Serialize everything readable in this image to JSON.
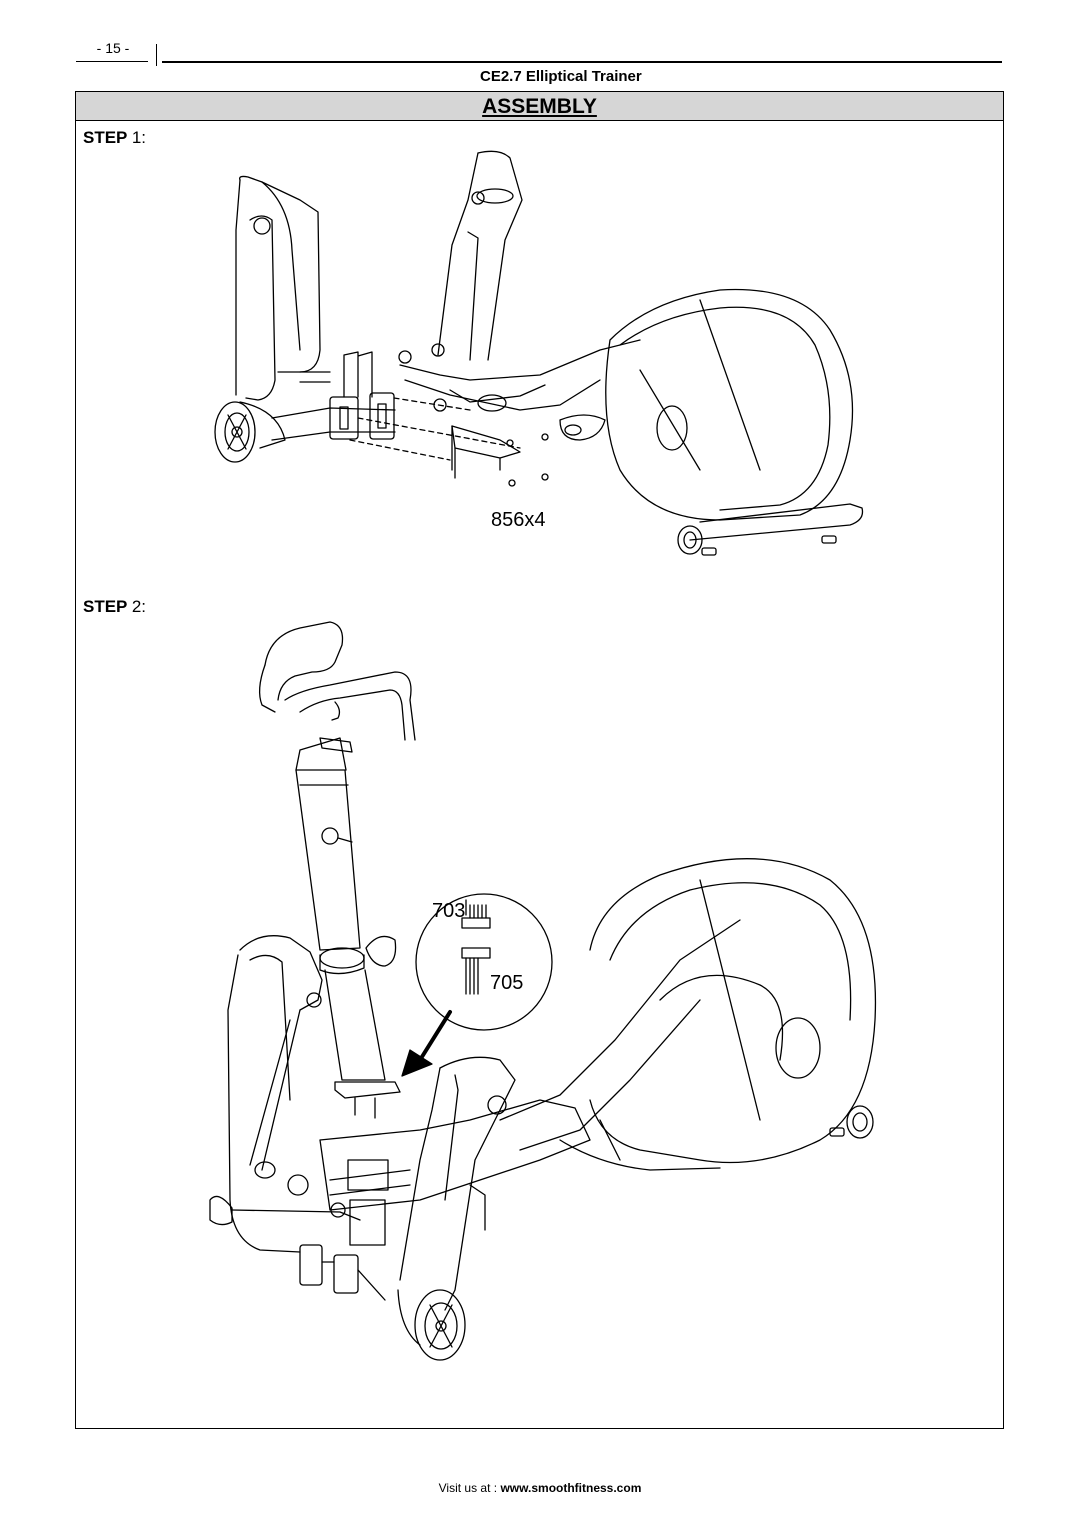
{
  "header": {
    "page_number": "- 15 -",
    "doc_title": "CE2.7 Elliptical Trainer"
  },
  "section": {
    "title": "ASSEMBLY"
  },
  "steps": [
    {
      "label": "STEP",
      "number": "1",
      "suffix": ":",
      "callouts": [
        "856x4"
      ]
    },
    {
      "label": "STEP",
      "number": "2",
      "suffix": ":",
      "callouts": [
        "703",
        "705"
      ]
    }
  ],
  "footer": {
    "prefix": "Visit us at : ",
    "url": "www.smoothfitness.com"
  }
}
